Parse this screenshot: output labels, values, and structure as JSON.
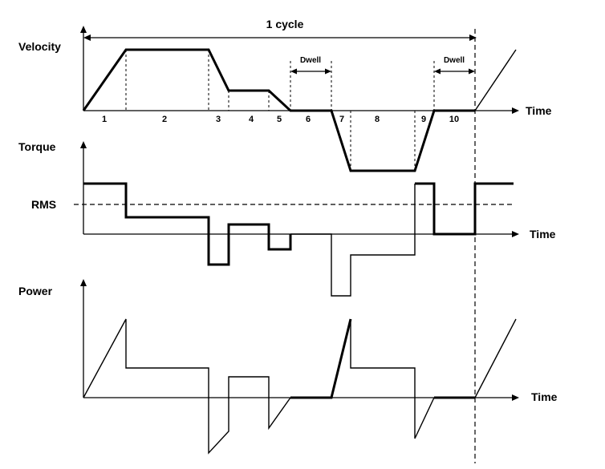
{
  "title": "1 cycle",
  "panels": {
    "velocity": {
      "label": "Velocity",
      "x_label": "Time"
    },
    "torque": {
      "label": "Torque",
      "x_label": "Time",
      "rms_label": "RMS"
    },
    "power": {
      "label": "Power",
      "x_label": "Time"
    }
  },
  "dwell_labels": [
    "Dwell",
    "Dwell"
  ],
  "segment_numbers": [
    "1",
    "2",
    "3",
    "4",
    "5",
    "6",
    "7",
    "8",
    "9",
    "10"
  ]
}
